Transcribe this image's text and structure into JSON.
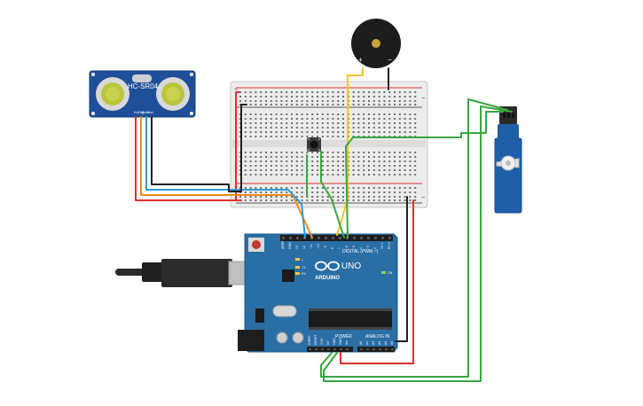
{
  "sensor": {
    "label": "HC-SR04",
    "pins": [
      "Vcc",
      "Trig",
      "Echo",
      "Gnd"
    ]
  },
  "buzzer": {
    "plus": "+",
    "minus": "−"
  },
  "breadboard": {
    "plus": "+",
    "minus": "−"
  },
  "arduino": {
    "brand": "ARDUINO",
    "model": "UNO",
    "digital_label": "DIGITAL (PWM ~)",
    "power_label": "POWER",
    "analog_label": "ANALOG IN",
    "top_pins": [
      "AREF",
      "GND",
      "13",
      "12",
      "~11",
      "~10",
      "~9",
      "8",
      "7",
      "~6",
      "~5",
      "4",
      "~3",
      "2",
      "TX 1",
      "RX 0"
    ],
    "power_pins": [
      "IOREF",
      "RESET",
      "3.3V",
      "5V",
      "GND",
      "GND",
      "Vin"
    ],
    "analog_pins": [
      "A0",
      "A1",
      "A2",
      "A3",
      "A4",
      "A5"
    ],
    "indicators": [
      "L",
      "TX",
      "RX",
      "ON"
    ]
  },
  "colors": {
    "wire_red": "#e0302a",
    "wire_black": "#222222",
    "wire_orange": "#f08a1c",
    "wire_blue": "#2f9bd6",
    "wire_yellow": "#f2c820",
    "wire_green": "#3aa640",
    "board_blue": "#2a6ea6",
    "sensor_blue": "#1f4f9a"
  }
}
